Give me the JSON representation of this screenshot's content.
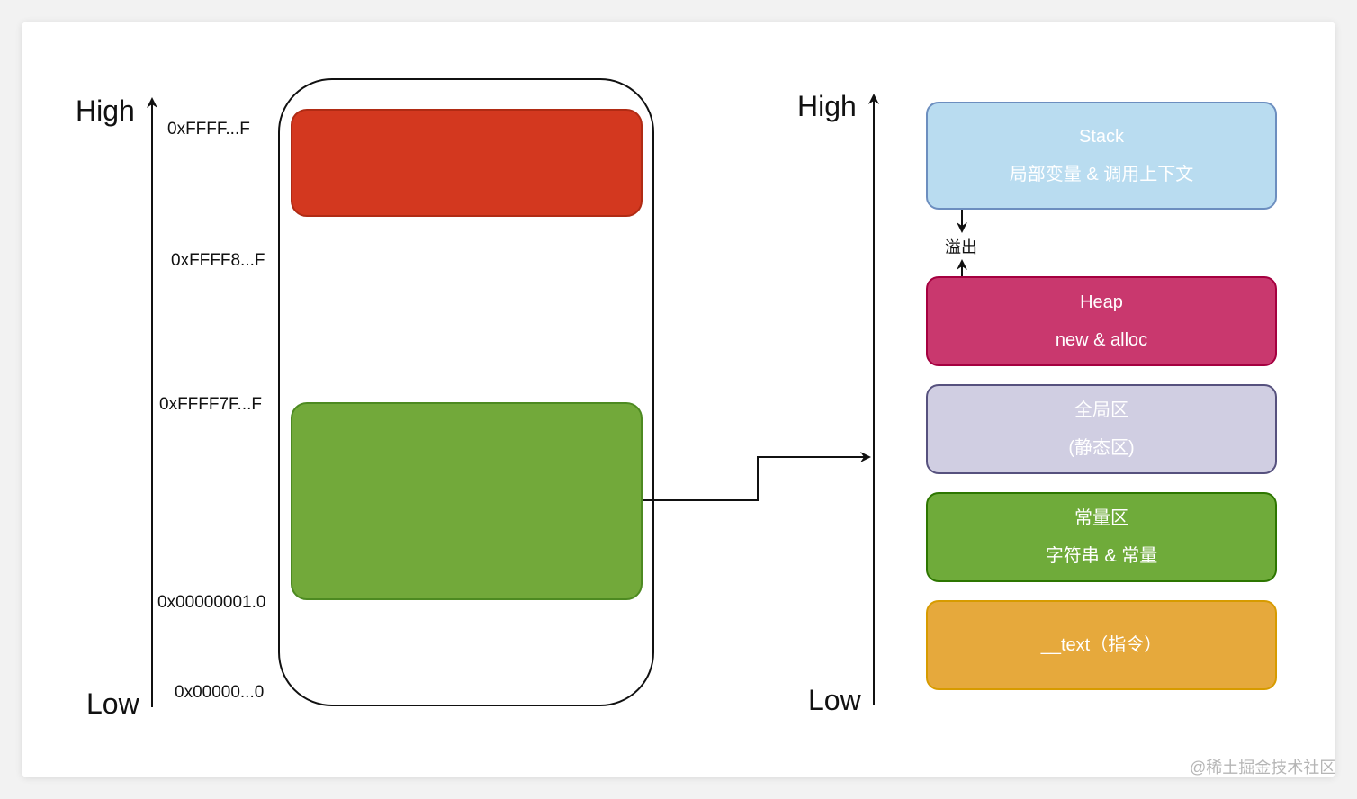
{
  "left_axis": {
    "high": "High",
    "low": "Low"
  },
  "addresses": [
    "0xFFFF...F",
    "0xFFFF8...F",
    "0xFFFF7F...F",
    "0x00000001.0",
    "0x00000...0"
  ],
  "right_axis": {
    "high": "High",
    "low": "Low"
  },
  "segments": [
    {
      "title": "Stack",
      "subtitle": "局部变量 & 调用上下文",
      "fill": "#b9dcf0",
      "border": "#6c8ebf"
    },
    {
      "title": "Heap",
      "subtitle": "new & alloc",
      "fill": "#c9386e",
      "border": "#a50040"
    },
    {
      "title": "全局区",
      "subtitle": "(静态区)",
      "fill": "#d0cee2",
      "border": "#56517e"
    },
    {
      "title": "常量区",
      "subtitle": "字符串 & 常量",
      "fill": "#6fab3a",
      "border": "#2d7600"
    },
    {
      "title": "__text（指令）",
      "fill": "#e6a93c",
      "border": "#d79b00"
    }
  ],
  "overflow_label": "溢出",
  "blocks": {
    "kernel_color": "#d3381f",
    "user_color": "#72a93a"
  },
  "watermark": "@稀土掘金技术社区"
}
